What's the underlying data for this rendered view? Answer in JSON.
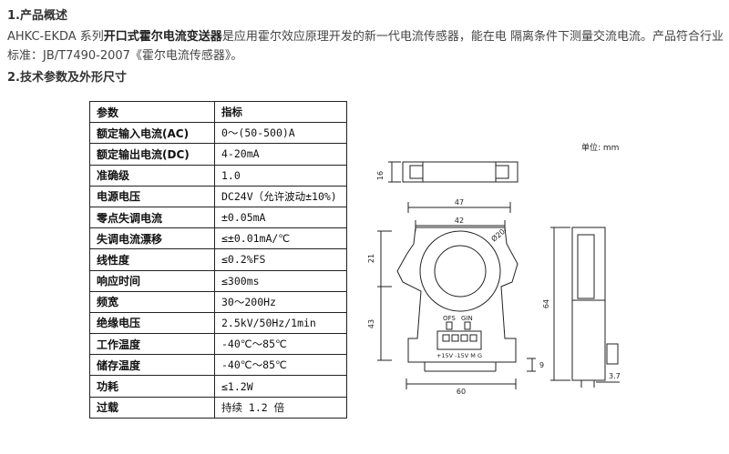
{
  "section1_title": "1.产品概述",
  "intro": {
    "part1": "AHKC-EKDA 系列",
    "bold": "开口式霍尔电流变送器",
    "part2": "是应用霍尔效应原理开发的新一代电流传感器，能在电 隔离条件下测量交流电流。产品符合行业标准：JB/T7490-2007《霍尔电流传感器》。"
  },
  "section2_title": "2.技术参数及外形尺寸",
  "spec_table": {
    "header": [
      "参数",
      "指标"
    ],
    "rows": [
      [
        "额定输入电流(AC)",
        "0～(50-500)A"
      ],
      [
        "额定输出电流(DC)",
        "4-20mA"
      ],
      [
        "准确级",
        "1.0"
      ],
      [
        "电源电压",
        "DC24V（允许波动±10%)"
      ],
      [
        "零点失调电流",
        "±0.05mA"
      ],
      [
        "失调电流漂移",
        "≤±0.01mA/℃"
      ],
      [
        "线性度",
        "≤0.2%FS"
      ],
      [
        "响应时间",
        "≤300ms"
      ],
      [
        "频宽",
        "30～200Hz"
      ],
      [
        "绝缘电压",
        "2.5kV/50Hz/1min"
      ],
      [
        "工作温度",
        "-40℃～85℃"
      ],
      [
        "储存温度",
        "-40℃～85℃"
      ],
      [
        "功耗",
        "≤1.2W"
      ],
      [
        "过载",
        "持续 1.2 倍"
      ]
    ]
  },
  "drawing": {
    "unit_label": "单位: mm",
    "dim_16": "16",
    "dim_47": "47",
    "dim_42": "42",
    "dim_phi20": "Ø20",
    "dim_21": "21",
    "dim_43": "43",
    "dim_9": "9",
    "dim_60": "60",
    "dim_64": "64",
    "dim_3_7": "3.7",
    "ofs_label": "OFS",
    "gin_label": "GIN",
    "terminal_label": "+15V -15V M G"
  }
}
